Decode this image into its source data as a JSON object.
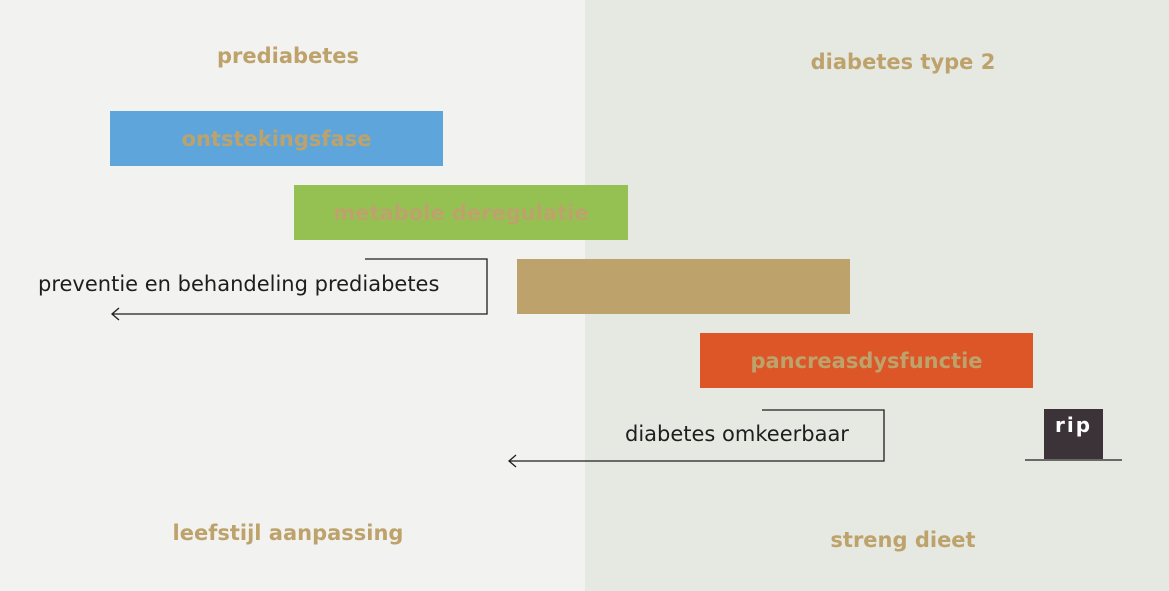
{
  "headings": {
    "top_left": "prediabetes",
    "top_right": "diabetes type 2",
    "bottom_left": "leefstijl aanpassing",
    "bottom_right": "streng dieet"
  },
  "phases": [
    {
      "label": "ontstekingsfase",
      "color": "#5ea5db"
    },
    {
      "label": "metabole deregulatie",
      "color": "#95c153"
    },
    {
      "label": "",
      "color": "#bda36b"
    },
    {
      "label": "pancreasdysfunctie",
      "color": "#dc5628"
    }
  ],
  "notes": {
    "prevention": "preventie en behandeling prediabetes",
    "reversible": "diabetes omkeerbaar"
  },
  "tombstone": "rip",
  "colors": {
    "left_background": "#f2f2f0",
    "right_background": "#e6e8e2",
    "heading_text": "#bda36b"
  }
}
